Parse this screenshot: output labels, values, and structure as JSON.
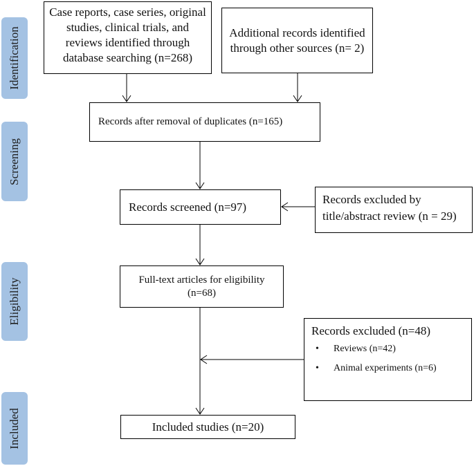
{
  "phases": {
    "identification": "Identification",
    "screening": "Screening",
    "eligibility": "Eligibility",
    "included": "Included"
  },
  "boxes": {
    "database_search": "Case reports, case series, original studies, clinical trials, and reviews identified through database searching (n=268)",
    "other_sources": "Additional records identified through other sources (n= 2)",
    "after_duplicates": "Records after removal of duplicates (n=165)",
    "screened": "Records screened (n=97)",
    "excluded_title_abstract": "Records excluded by title/abstract review (n = 29)",
    "full_text": "Full-text articles for eligibility (n=68)",
    "excluded_full_text": {
      "title": "Records excluded (n=48)",
      "items": [
        "Reviews (n=42)",
        "Animal experiments (n=6)"
      ]
    },
    "included_studies": "Included studies (n=20)"
  },
  "colors": {
    "phase_fill": "#a4c2e3",
    "border": "#000000"
  }
}
